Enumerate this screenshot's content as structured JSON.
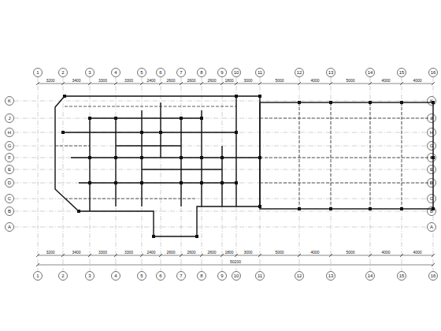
{
  "diagram": {
    "labels": [
      "1",
      "2",
      "3",
      "4",
      "5",
      "6",
      "7",
      "8",
      "9",
      "10",
      "11",
      "12",
      "13",
      "14",
      "15",
      "16",
      "1",
      "2",
      "3",
      "4",
      "5",
      "6",
      "7",
      "8",
      "9",
      "10",
      "11",
      "12",
      "13",
      "14",
      "15",
      "16",
      "K",
      "J",
      "H",
      "G",
      "F",
      "E",
      "D",
      "C",
      "B",
      "A",
      "K",
      "J",
      "H",
      "G",
      "F",
      "E",
      "D",
      "C",
      "B",
      "A",
      "3200",
      "3400",
      "3300",
      "3300",
      "2400",
      "2600",
      "2600",
      "2600",
      "1800",
      "3000",
      "5000",
      "4000",
      "5000",
      "4000",
      "4000",
      "3200",
      "3400",
      "3300",
      "3300",
      "2400",
      "2600",
      "2600",
      "2600",
      "1800",
      "3000",
      "5000",
      "4000",
      "5000",
      "4000",
      "4000",
      "50200"
    ]
  }
}
